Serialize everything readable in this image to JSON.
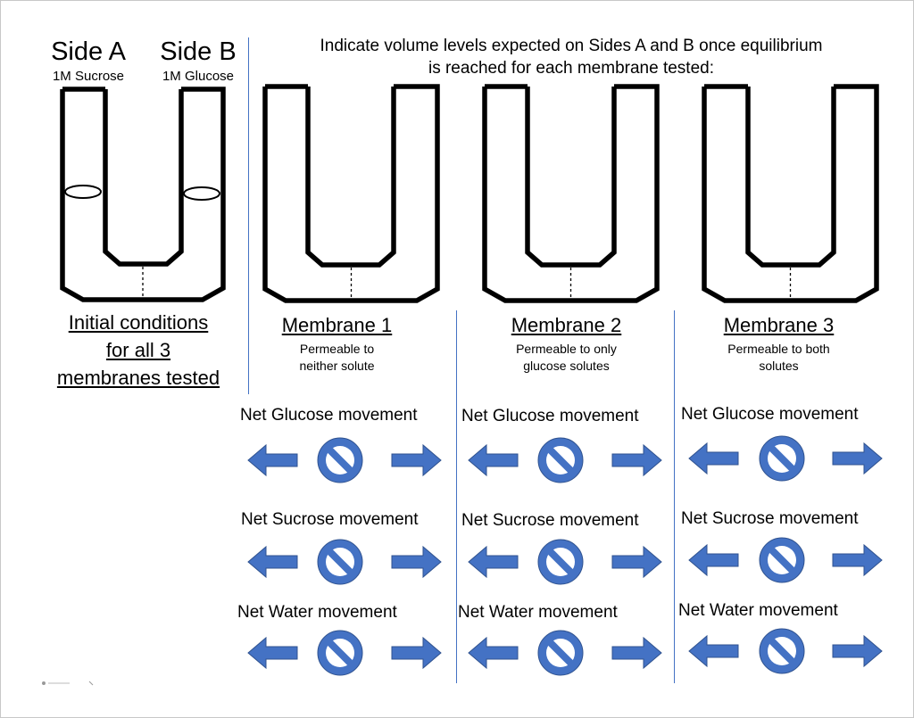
{
  "initial": {
    "side_a_title": "Side A",
    "side_a_sub": "1M Sucrose",
    "side_b_title": "Side B",
    "side_b_sub": "1M Glucose",
    "conditions": [
      "Initial conditions",
      "for all 3",
      "membranes tested"
    ]
  },
  "instructions": [
    "Indicate volume levels expected on Sides A and B once equilibrium",
    "is reached for each membrane tested:"
  ],
  "membranes": [
    {
      "title": "Membrane 1",
      "desc": [
        "Permeable to",
        "neither solute"
      ]
    },
    {
      "title": "Membrane 2",
      "desc": [
        "Permeable to only",
        "glucose solutes"
      ]
    },
    {
      "title": "Membrane 3",
      "desc": [
        "Permeable to both",
        "solutes"
      ]
    }
  ],
  "movements": [
    {
      "label": "Net Glucose movement"
    },
    {
      "label": "Net Sucrose movement"
    },
    {
      "label": "Net Water movement"
    }
  ],
  "colors": {
    "arrow": "#4472c4",
    "arrow_stroke": "#2f528f",
    "divider": "#4472c4",
    "tube": "#000000"
  },
  "icons": [
    "arrow-left-icon",
    "no-symbol-icon",
    "arrow-right-icon"
  ]
}
